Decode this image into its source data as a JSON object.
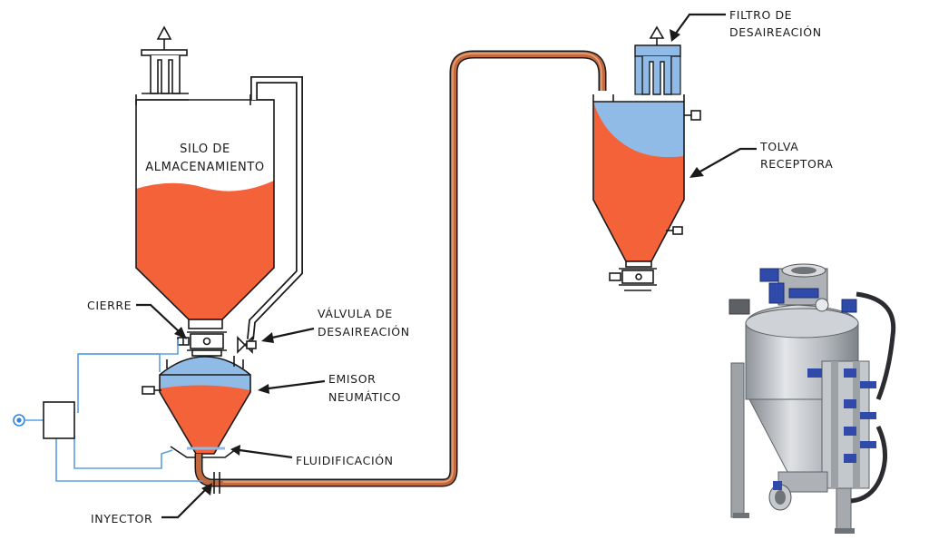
{
  "labels": {
    "silo_line1": "SILO DE",
    "silo_line2": "ALMACENAMIENTO",
    "cierre": "CIERRE",
    "valvula_line1": "VÁLVULA DE",
    "valvula_line2": "DESAIREACIÓN",
    "emisor_line1": "EMISOR",
    "emisor_line2": "NEUMÁTICO",
    "fluidificacion": "FLUIDIFICACIÓN",
    "inyector": "INYECTOR",
    "filtro_line1": "FILTRO DE",
    "filtro_line2": "DESAIREACIÓN",
    "tolva_line1": "TOLVA",
    "tolva_line2": "RECEPTORA"
  },
  "colors": {
    "material": "#f4623a",
    "air": "#8fbbe6",
    "air_line": "#5aa0e0",
    "pipe": "#c2693f",
    "pipe_light": "#e8a77f",
    "outline": "#1a1a1a",
    "steel": "#b8bcc2",
    "valve_blue": "#2f4aa8"
  }
}
